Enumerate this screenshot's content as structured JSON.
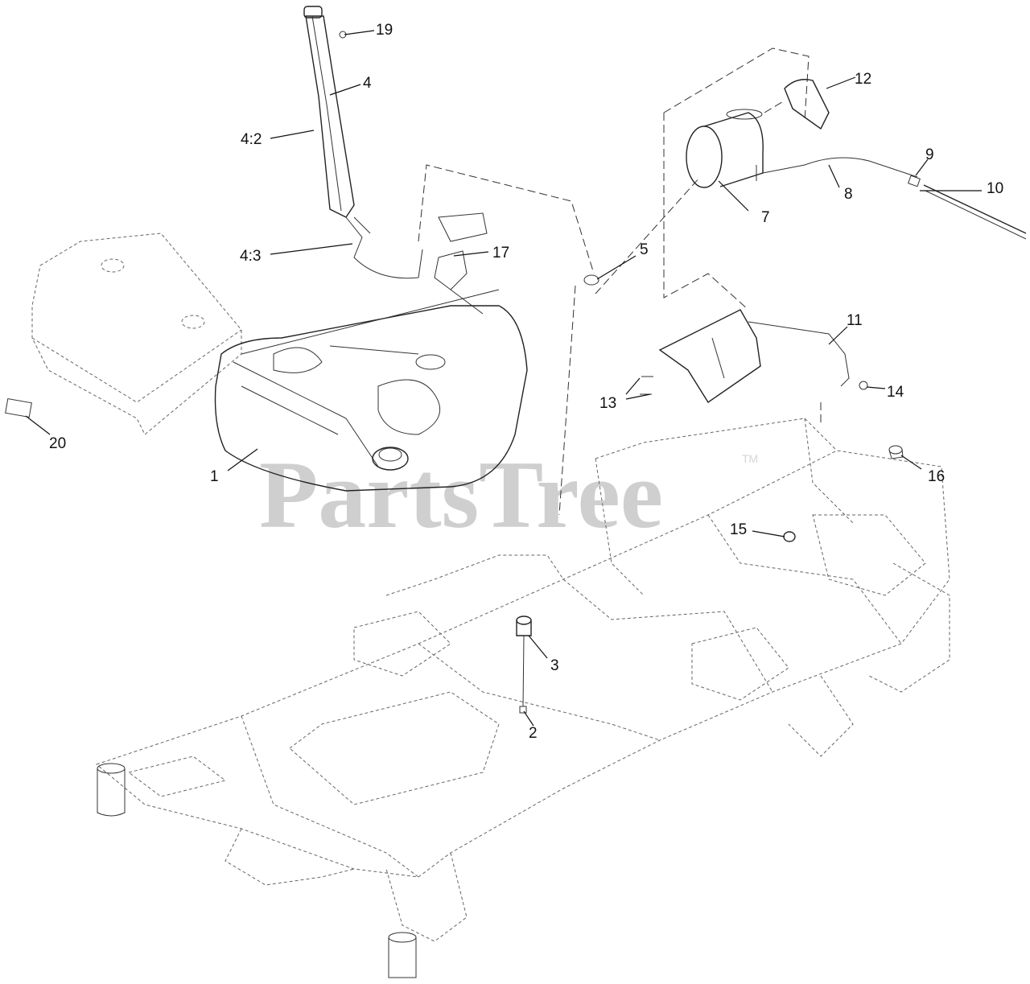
{
  "watermark": {
    "text": "PartsTree",
    "tm": "TM"
  },
  "callouts": {
    "c1": "1",
    "c2": "2",
    "c3": "3",
    "c4": "4",
    "c4_2": "4:2",
    "c4_3": "4:3",
    "c5": "5",
    "c7": "7",
    "c8": "8",
    "c9": "9",
    "c10": "10",
    "c11": "11",
    "c12": "12",
    "c13": "13",
    "c14": "14",
    "c15": "15",
    "c16": "16",
    "c17": "17",
    "c19": "19",
    "c20": "20"
  }
}
